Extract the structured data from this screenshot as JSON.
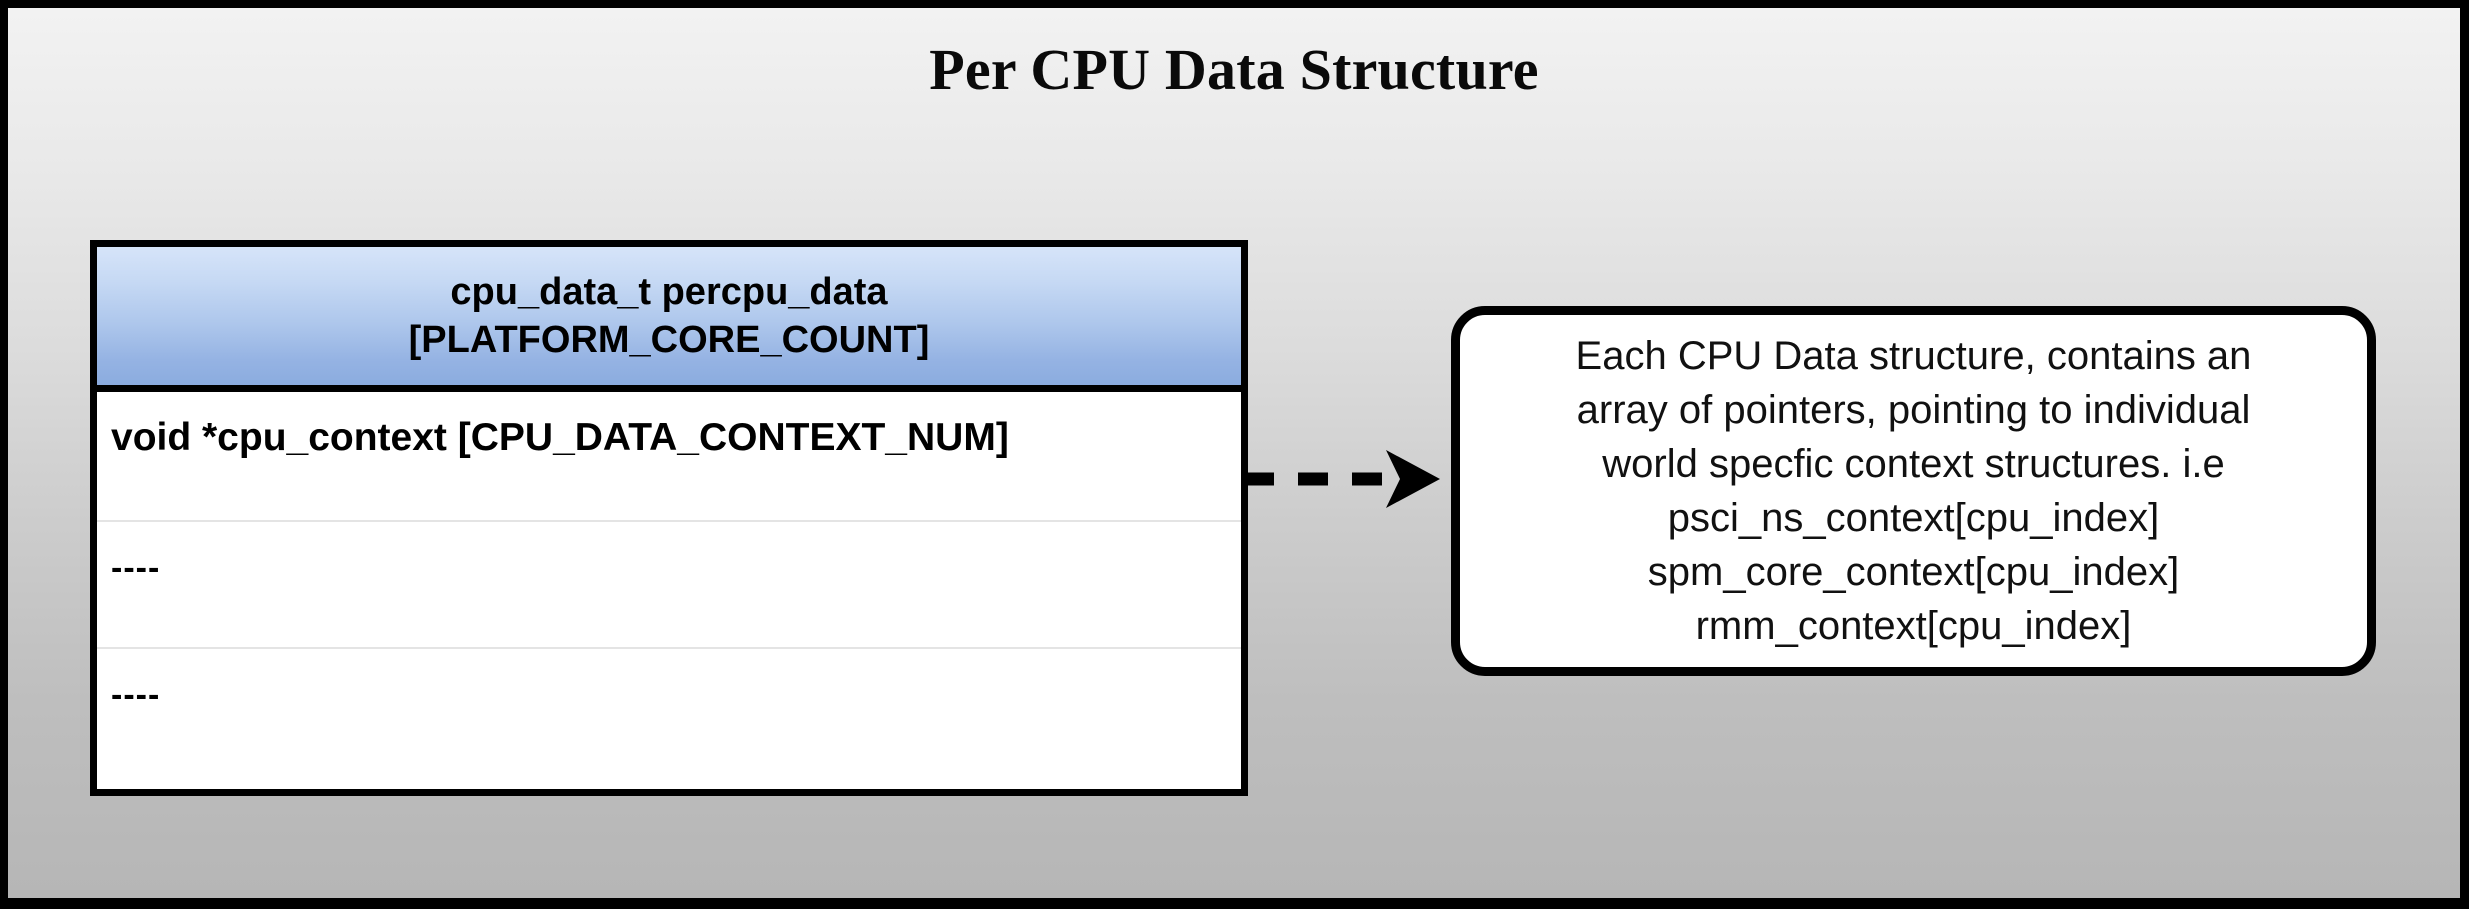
{
  "page": {
    "title": "Per CPU Data Structure",
    "background_top_color": "#f2f2f2",
    "background_bottom_color": "#b6b6b6",
    "frame_color": "#000000"
  },
  "struct_table": {
    "header_label": "cpu_data_t percpu_data\n[PLATFORM_CORE_COUNT]",
    "header_gradient_top": "#d6e4f9",
    "header_gradient_bottom": "#8bacdf",
    "rows": [
      {
        "label": "void *cpu_context [CPU_DATA_CONTEXT_NUM]"
      },
      {
        "label": "----"
      },
      {
        "label": "----"
      }
    ]
  },
  "connector": {
    "style": "dashed-arrow",
    "direction": "right",
    "color": "#000000"
  },
  "callout": {
    "text": "Each CPU Data structure, contains an\narray of pointers, pointing to individual\nworld specfic context structures. i.e\npsci_ns_context[cpu_index]\nspm_core_context[cpu_index]\nrmm_context[cpu_index]",
    "border_color": "#000000",
    "background_color": "#ffffff"
  }
}
